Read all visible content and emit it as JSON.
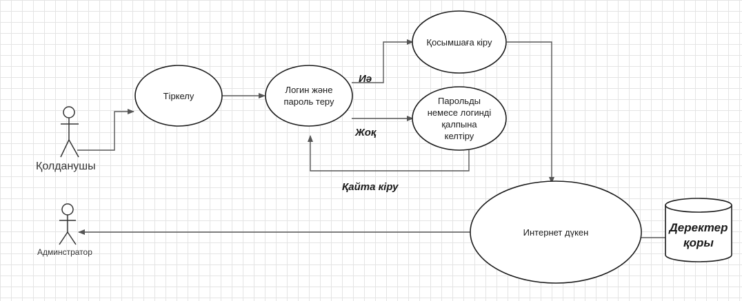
{
  "actors": {
    "user": "Қолданушы",
    "admin": "Админстратор"
  },
  "nodes": {
    "register": "Тіркелу",
    "login": "Логин және\nпароль теру",
    "app_login": "Қосымшаға кіру",
    "restore": "Парольды\nнемесе логинді\nқалпына\nкелтіру",
    "shop": "Интернет дүкен",
    "database": "Деректер\nқоры"
  },
  "edge_labels": {
    "yes": "Иә",
    "no": "Жоқ",
    "retry": "Қайта кіру"
  }
}
